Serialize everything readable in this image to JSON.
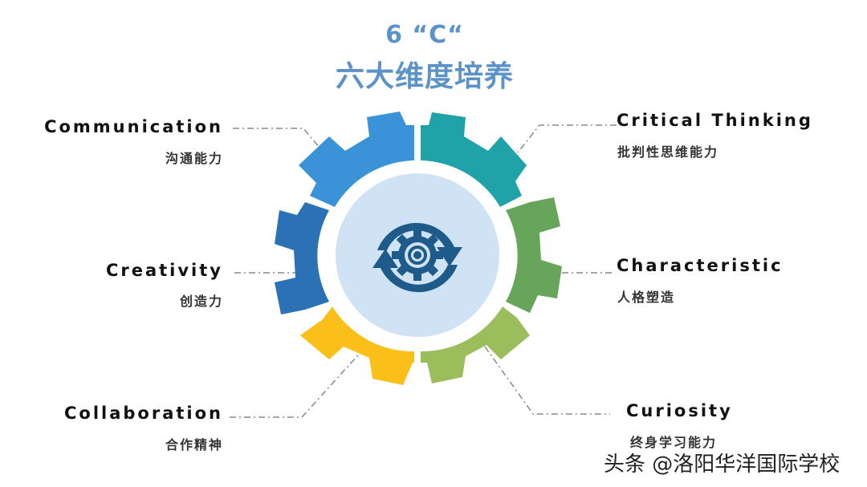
{
  "title": {
    "line1": "6 “C“",
    "line2": "六大维度培养",
    "color": "#5b93c9"
  },
  "segments": [
    {
      "id": "communication",
      "en": "Communication",
      "zh": "沟通能力",
      "color": "#3a93d6",
      "position": "top-left"
    },
    {
      "id": "critical-thinking",
      "en": "Critical Thinking",
      "zh": "批判性思维能力",
      "color": "#1fa3a8",
      "position": "top-right"
    },
    {
      "id": "creativity",
      "en": "Creativity",
      "zh": "创造力",
      "color": "#2a72b5",
      "position": "middle-left"
    },
    {
      "id": "characteristic",
      "en": "Characteristic",
      "zh": "人格塑造",
      "color": "#66a55a",
      "position": "middle-right"
    },
    {
      "id": "collaboration",
      "en": "Collaboration",
      "zh": "合作精神",
      "color": "#fbbf1a",
      "position": "bottom-left"
    },
    {
      "id": "curiosity",
      "en": "Curiosity",
      "zh": "终身学习能力",
      "color": "#9bbd5c",
      "position": "bottom-right"
    }
  ],
  "center": {
    "icon": "gear-cycle-icon",
    "circle_color": "#cfe3f5",
    "icon_color": "#1e5a8a"
  },
  "watermark": "头条 @洛阳华洋国际学校"
}
